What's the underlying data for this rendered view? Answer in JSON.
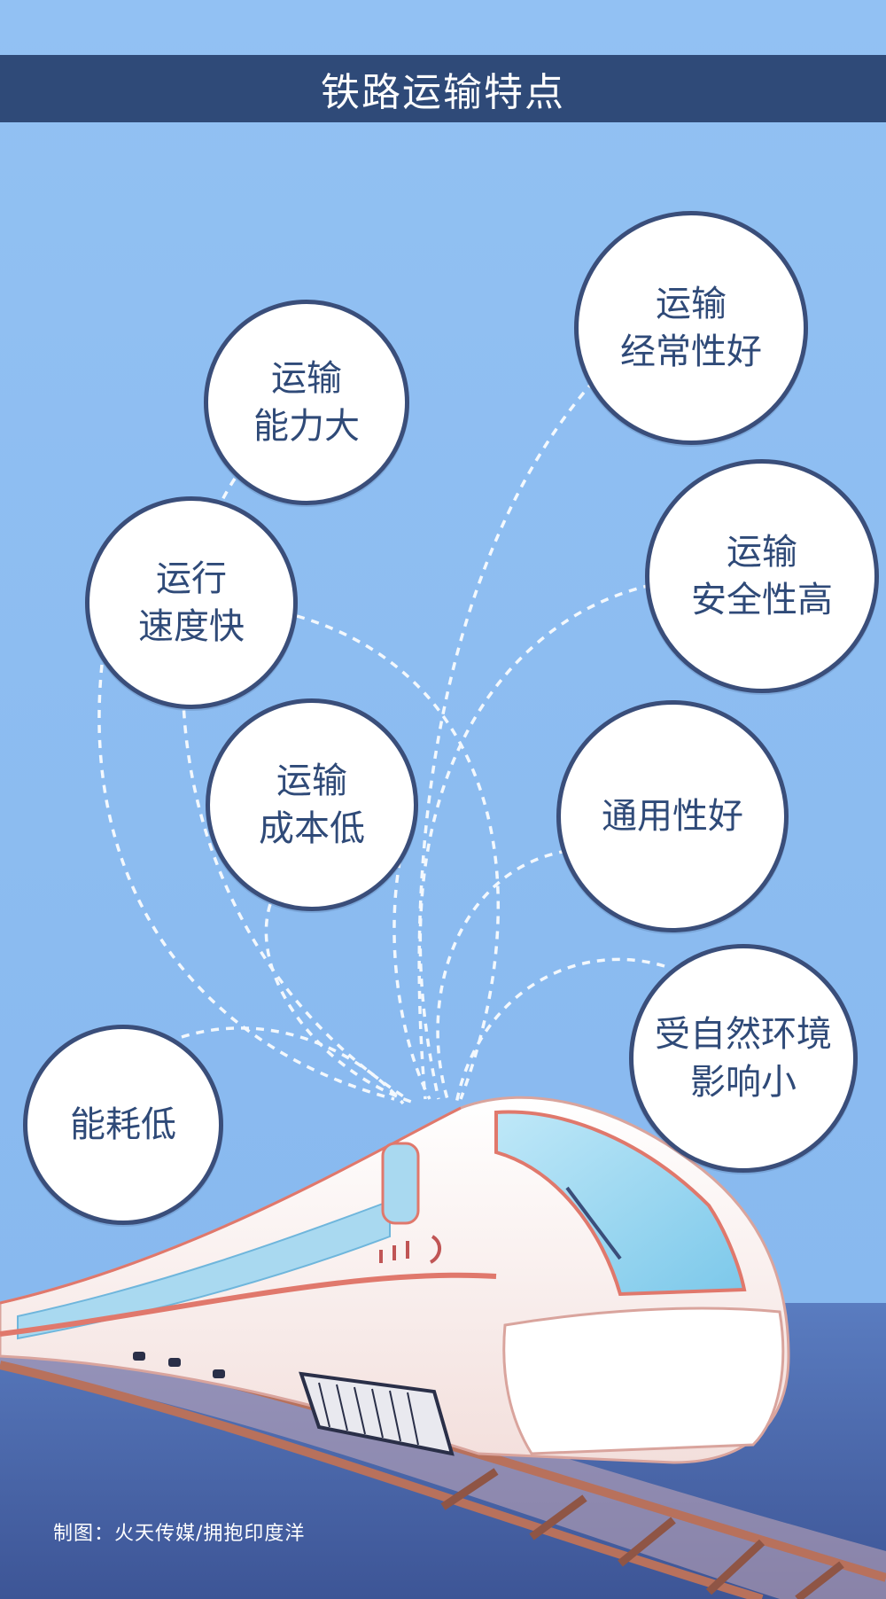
{
  "title": "铁路运输特点",
  "features": [
    {
      "id": "capacity",
      "text": "运输\n能力大"
    },
    {
      "id": "regularity",
      "text": "运输\n经常性好"
    },
    {
      "id": "speed",
      "text": "运行\n速度快"
    },
    {
      "id": "safety",
      "text": "运输\n安全性高"
    },
    {
      "id": "cost",
      "text": "运输\n成本低"
    },
    {
      "id": "versatility",
      "text": "通用性好"
    },
    {
      "id": "environment",
      "text": "受自然环境\n影响小"
    },
    {
      "id": "energy",
      "text": "能耗低"
    }
  ],
  "credit": "制图：火天传媒/拥抱印度洋",
  "colors": {
    "sky": "#8fbff2",
    "title_bar": "#2f4a78",
    "bubble_border": "#3a4e7a",
    "bubble_text": "#2f4a78",
    "train_body": "#fbf3f1",
    "train_stripe": "#e0786c",
    "window": "#8fd3ee",
    "ground": "#4b67a8",
    "rail": "#b8715c"
  }
}
